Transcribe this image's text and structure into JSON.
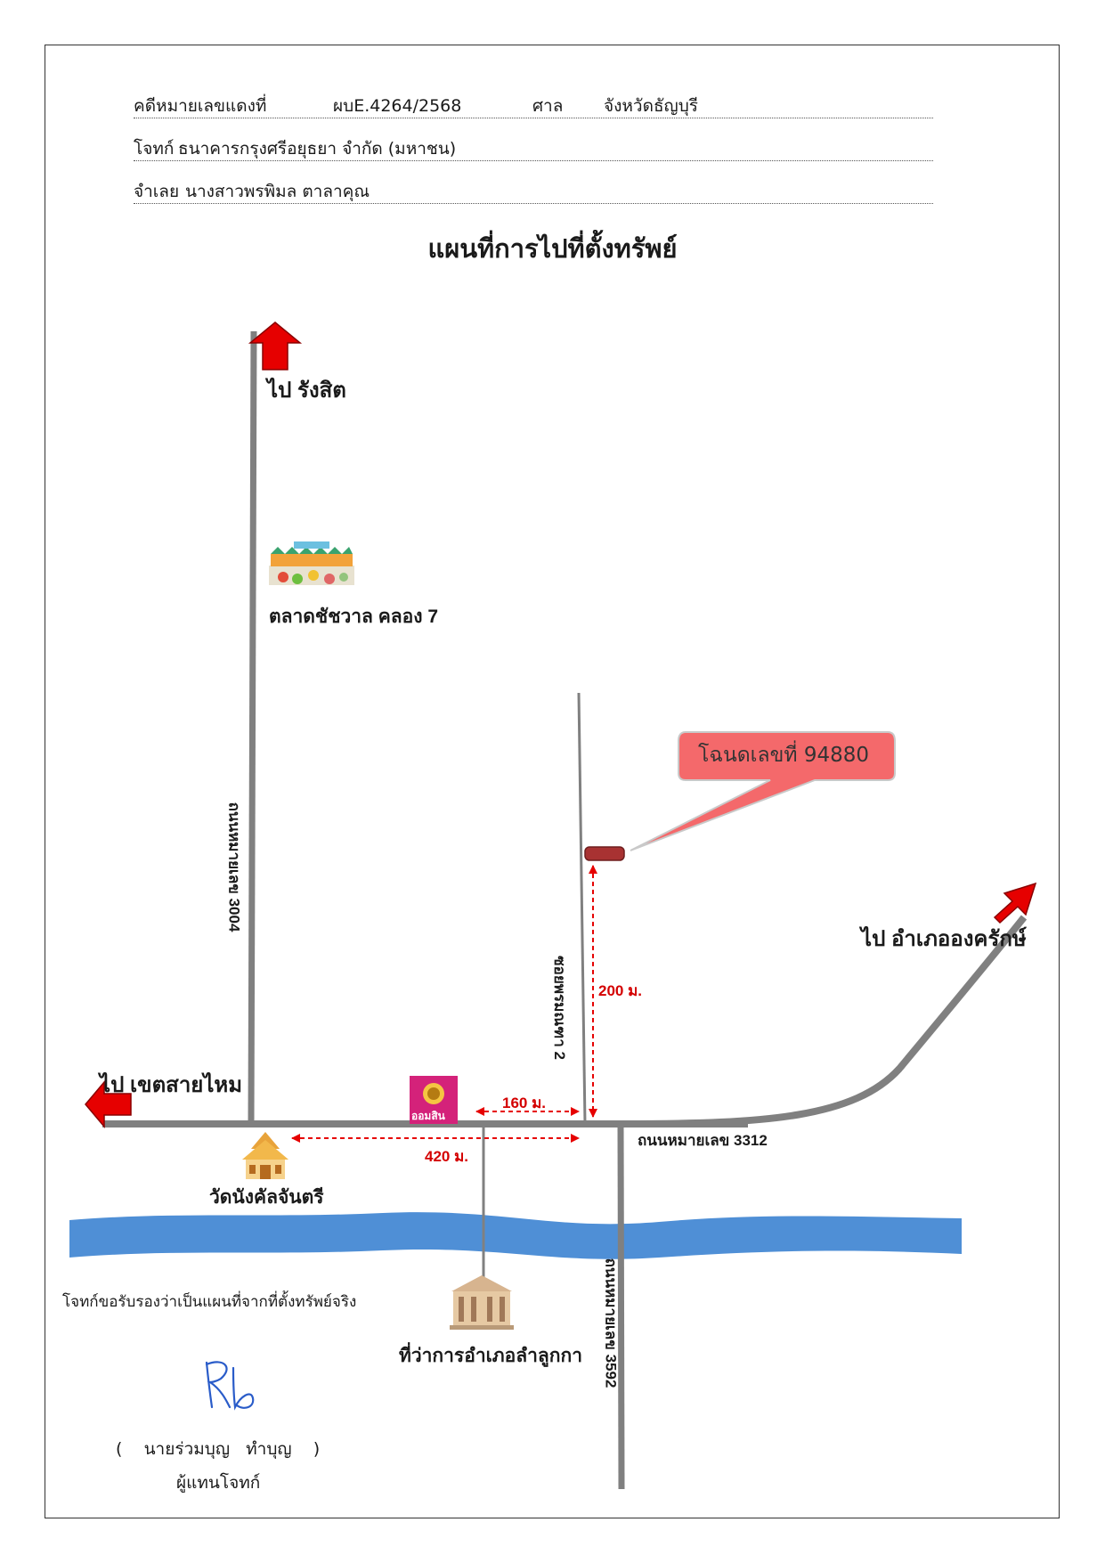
{
  "header": {
    "case_label": "คดีหมายเลขแดงที่",
    "case_value": "ผบE.4264/2568",
    "court_label": "ศาล",
    "court_value": "จังหวัดธัญบุรี",
    "plaintiff_label": "โจทก์",
    "plaintiff_value": "ธนาคารกรุงศรีอยุธยา จำกัด (มหาชน)",
    "defendant_label": "จำเลย",
    "defendant_value": "นางสาวพรพิมล  ตาลาคุณ"
  },
  "title": "แผนที่การไปที่ตั้งทรัพย์",
  "map": {
    "to_rangsit": "ไป รังสิต",
    "market": "ตลาดชัชวาล คลอง 7",
    "road_3004": "ถนนหมายเลข 3004",
    "soi": "ซอยพรมณฑา 2",
    "to_ongkharak": "ไป อำเภอองครักษ์",
    "to_khet_sai_mai": "ไป เขตสายไหม",
    "bank_name": "ออมสิน",
    "dist_160": "160 ม.",
    "dist_200": "200 ม.",
    "dist_420": "420 ม.",
    "road_3312": "ถนนหมายเลข 3312",
    "temple": "วัดนังคัลจันตรี",
    "road_3592": "ถนนหมายเลข 3592",
    "district_office": "ที่ว่าการอำเภอลำลูกกา",
    "deed": "โฉนดเลขที่ 94880",
    "colors": {
      "road": "#808080",
      "arrow": "#e60000",
      "river": "#4f8fd6",
      "callout": "#f4696b",
      "property": "#a83232"
    }
  },
  "footer": {
    "certify": "โจทก์ขอรับรองว่าเป็นแผนที่จากที่ตั้งทรัพย์จริง",
    "signature": "Rb",
    "name": "(    นายร่วมบุญ   ทำบุญ    )",
    "role": "ผู้แทนโจทก์"
  }
}
